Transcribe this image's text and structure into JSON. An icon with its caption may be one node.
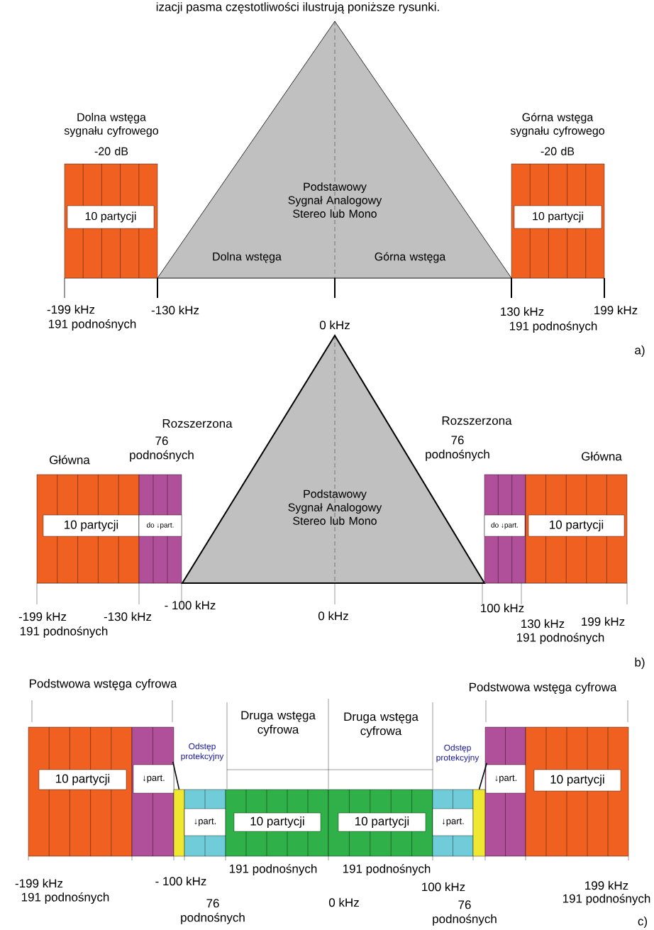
{
  "diagram": {
    "nodes": [
      {
        "text": [
          "Podstawowy Sygnał Analogowy Stereo lub Mono",
          "Dolna wstęga",
          "Górna wstęga"
        ]
      },
      {
        "text": [
          "Dolna wstęga sygnału cyfrowego",
          "-20 dB",
          "10 partycji"
        ]
      },
      {
        "text": [
          "Górna wstęga sygnału cyfrowego",
          "-20 dB",
          "10 partycji"
        ]
      },
      {
        "text": [
          "Podstawowy Sygnał Analogowy Stereo lub Mono"
        ]
      },
      {
        "text": [
          "Główna",
          "10 partycji"
        ]
      },
      {
        "text": [
          "Rozszerzona",
          "76 podnośnych",
          "do ↓part."
        ]
      },
      {
        "text": [
          "Rozszerzona",
          "76 podnośnych",
          "do ↓part."
        ]
      },
      {
        "text": [
          "Główna",
          "10 partycji"
        ]
      },
      {
        "text": [
          "10 partycji"
        ]
      },
      {
        "text": [
          "↓part."
        ]
      },
      {
        "text": [],
        "shape": "bar"
      },
      {
        "text": [
          "↓part."
        ]
      },
      {
        "text": [
          "10 partycji"
        ]
      },
      {
        "text": [
          "10 partycji"
        ]
      },
      {
        "text": [
          "↓part."
        ]
      },
      {
        "text": [],
        "shape": "bar"
      },
      {
        "text": [
          "↓part."
        ]
      },
      {
        "text": [
          "10 partycji"
        ]
      },
      {
        "text": [
          "Odstęp protekcyjny"
        ]
      },
      {
        "text": [
          "Odstęp protekcyjny"
        ]
      }
    ],
    "edges": [
      {
        "from": 18,
        "to": 10,
        "arrow": "none"
      },
      {
        "from": 19,
        "to": 15,
        "arrow": "none"
      }
    ],
    "labels": [
      "izacji pasma częstotliwości ilustrują poniższe rysunki.",
      "-199 kHz",
      "191 podnośnych",
      "-130 kHz",
      "0 kHz",
      "130 kHz",
      "191 podnośnych",
      "199 kHz",
      "a)",
      "-199 kHz",
      "191 podnośnych",
      "-130 kHz",
      "- 100 kHz",
      "0 kHz",
      "100 kHz",
      "130 kHz",
      "191 podnośnych",
      "199 kHz",
      "b)",
      "Podstwowa wstęga cyfrowa",
      "Druga wstęga cyfrowa",
      "Druga wstęga cyfrowa",
      "Podstwowa wstęga cyfrowa",
      "-199 kHz",
      "191 podnośnych",
      "- 100 kHz",
      "191 podnośnych",
      "191 podnośnych",
      "76 podnośnych",
      "0 kHz",
      "100 kHz",
      "76 podnośnych",
      "199 kHz",
      "191 podnośnych",
      "c)"
    ]
  }
}
